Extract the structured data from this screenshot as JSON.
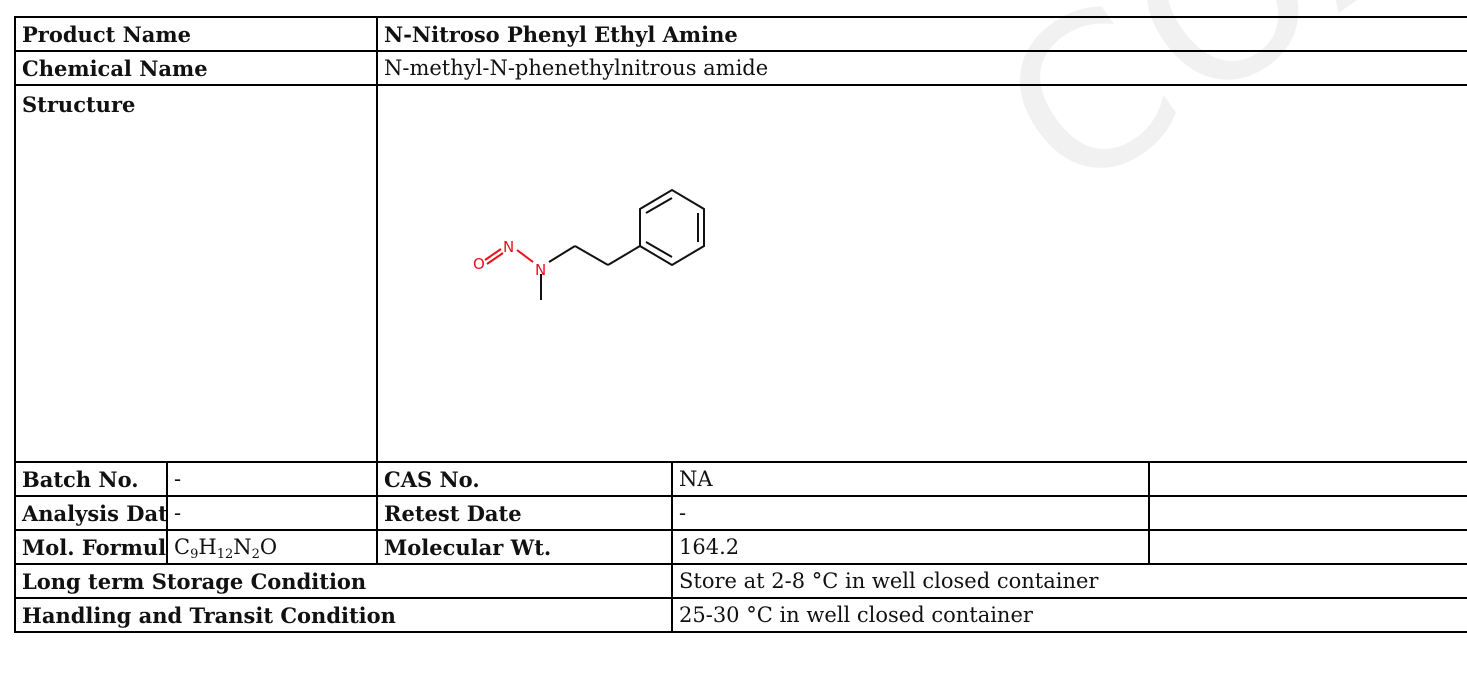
{
  "rows": {
    "product_name": {
      "label": "Product Name",
      "value": "N-Nitroso Phenyl Ethyl Amine"
    },
    "chemical_name": {
      "label": "Chemical Name",
      "value": "N-methyl-N-phenethylnitrous amide"
    },
    "structure": {
      "label": "Structure",
      "atom_o": "O",
      "atom_n1": "N",
      "atom_n2": "N"
    },
    "batch_no": {
      "label": "Batch No.",
      "value": "-"
    },
    "cas_no": {
      "label": "CAS No.",
      "value": "NA"
    },
    "analysis_date": {
      "label": "Analysis Date",
      "value": "-"
    },
    "retest_date": {
      "label": "Retest Date",
      "value": "-"
    },
    "mol_formula": {
      "label": "Mol. Formula",
      "c": "C",
      "c_n": "9",
      "h": "H",
      "h_n": "12",
      "n": "N",
      "n_n": "2",
      "o": "O"
    },
    "molecular_wt": {
      "label": "Molecular Wt.",
      "value": "164.2"
    },
    "storage": {
      "label": "Long term Storage Condition",
      "value": "Store at 2-8 °C in well closed container"
    },
    "handling": {
      "label": "Handling and Transit Condition",
      "value": "25-30 °C in well closed container"
    }
  },
  "watermark": {
    "text": "COA",
    "color": "#f1f1f1"
  },
  "colors": {
    "heteroatom": "#e8101a",
    "bond": "#111111"
  }
}
